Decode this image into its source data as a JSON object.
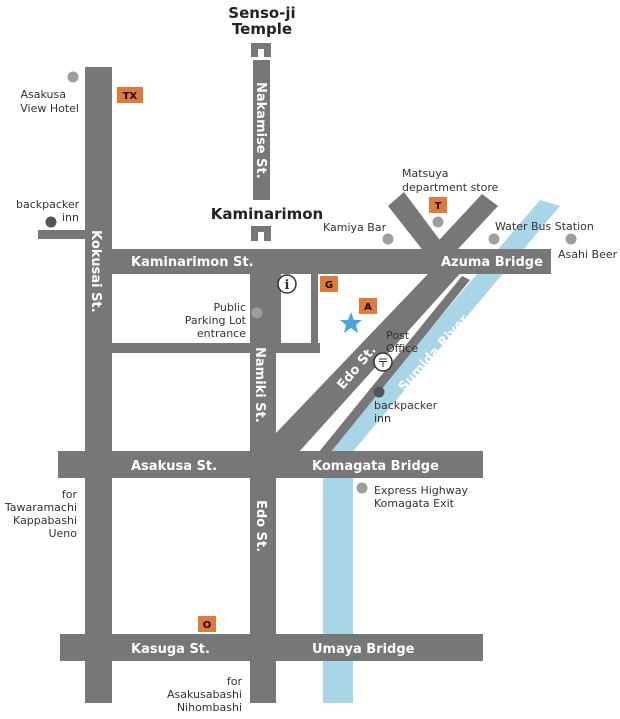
{
  "colors": {
    "road": "#777777",
    "river": "#a8d6e6",
    "badge": "#e07a3c",
    "poi_dot": "#9e9e9e",
    "dark_dot": "#555555",
    "star": "#4aa8d8"
  },
  "landmarks": {
    "sensoji_line1": "Senso-ji",
    "sensoji_line2": "Temple",
    "kaminarimon": "Kaminarimon"
  },
  "roads": {
    "kokusai": "Kokusai St.",
    "nakamise": "Nakamise St.",
    "kaminarimon_st": "Kaminarimon St.",
    "azuma_bridge": "Azuma Bridge",
    "namiki": "Namiki St.",
    "edo_diag": "Edo St.",
    "asakusa_st": "Asakusa St.",
    "komagata_bridge": "Komagata Bridge",
    "edo_vertical": "Edo St.",
    "kasuga_st": "Kasuga St.",
    "umaya_bridge": "Umaya Bridge"
  },
  "river": {
    "label": "Sumida River"
  },
  "pois": {
    "asakusa_view_line1": "Asakusa",
    "asakusa_view_line2": "View Hotel",
    "backpacker_left_line1": "backpacker",
    "backpacker_left_line2": "inn",
    "matsuya_line1": "Matsuya",
    "matsuya_line2": "department store",
    "kamiya_bar": "Kamiya Bar",
    "water_bus": "Water Bus Station",
    "asahi_beer": "Asahi Beer",
    "parking_line1": "Public",
    "parking_line2": "Parking Lot",
    "parking_line3": "entrance",
    "post_line1": "Post",
    "post_line2": "Office",
    "backpacker_right_line1": "backpacker",
    "backpacker_right_line2": "inn",
    "expressway_line1": "Express Highway",
    "expressway_line2": "Komagata Exit",
    "for_left_line1": "for",
    "for_left_line2": "Tawaramachi",
    "for_left_line3": "Kappabashi",
    "for_left_line4": "Ueno",
    "for_bottom_line1": "for",
    "for_bottom_line2": "Asakusabashi",
    "for_bottom_line3": "Nihombashi"
  },
  "badges": {
    "tx": "TX",
    "t": "T",
    "g": "G",
    "a": "A",
    "o": "O"
  },
  "icons": {
    "info": "i",
    "post": "〒"
  }
}
